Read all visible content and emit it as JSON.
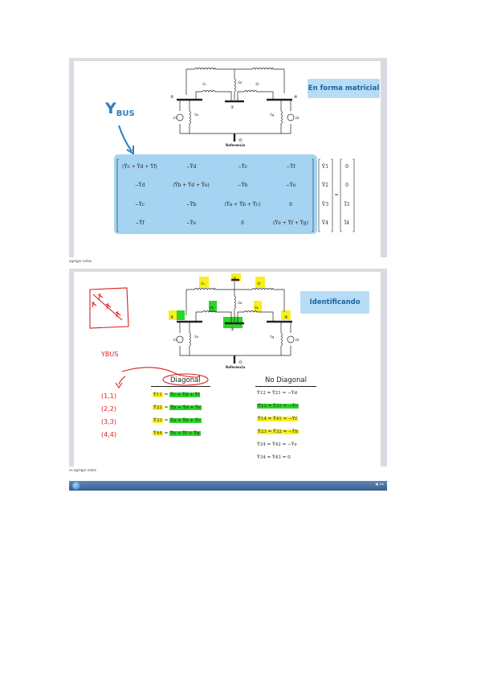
{
  "slide1": {
    "callout": "En forma matricial",
    "ybus_main": "Y",
    "ybus_sub": "BUS",
    "reference_label": "Referencia",
    "node_1": "①",
    "node_2": "②",
    "node_3": "③",
    "node_4": "④",
    "node_0": "⓪",
    "matrix": [
      [
        "(Ȳc + Ȳd + Ȳf)",
        "−Ȳd",
        "−Ȳc",
        "−Ȳf"
      ],
      [
        "−Ȳd",
        "(Ȳb + Ȳd + Ȳe)",
        "−Ȳb",
        "−Ȳe"
      ],
      [
        "−Ȳc",
        "−Ȳb",
        "(Ȳa + Ȳb + Ȳc)",
        "0"
      ],
      [
        "−Ȳf",
        "−Ȳe",
        "0",
        "(Ȳe + Ȳf + Ȳg)"
      ]
    ],
    "voltages": [
      "V̄1",
      "V̄2",
      "V̄3",
      "V̄4"
    ],
    "equals": "=",
    "currents": [
      "0",
      "0",
      "Ī3",
      "Ī4"
    ],
    "caption": "agregar notas"
  },
  "slide2": {
    "callout": "Identificando",
    "reference_label": "Referencia",
    "handwritten_ybus": "YBUS",
    "indices": [
      "(1,1)",
      "(2,2)",
      "(3,3)",
      "(4,4)"
    ],
    "diagonal_title": "Diagonal",
    "no_diagonal_title": "No Diagonal",
    "diag_lhs": [
      "Ȳ11",
      "Ȳ22",
      "Ȳ33",
      "Ȳ44"
    ],
    "diag_rhs": [
      "Ȳc + Ȳd + Ȳf",
      "Ȳb + Ȳd + Ȳe",
      "Ȳa + Ȳb + Ȳc",
      "Ȳe + Ȳf + Ȳg"
    ],
    "nodiag": [
      "Ȳ12 = Ȳ21 = −Ȳd",
      "Ȳ13 = Ȳ31 = −Ȳc",
      "Ȳ14 = Ȳ41 = −Ȳf",
      "Ȳ23 = Ȳ32 = −Ȳb",
      "Ȳ24 = Ȳ42 = −Ȳe",
      "Ȳ34 = Ȳ43 = 0"
    ],
    "caption": "es agregar notas"
  },
  "colors": {
    "callout_bg": "#b7dcf5",
    "callout_text": "#1f63a3",
    "matrix_bg": "#a5d4f2",
    "highlight_yellow": "#f6f01e",
    "highlight_green": "#2dd42a",
    "ink_red": "#d92020"
  },
  "icons": [
    "chrome-icon",
    "start-icon"
  ]
}
